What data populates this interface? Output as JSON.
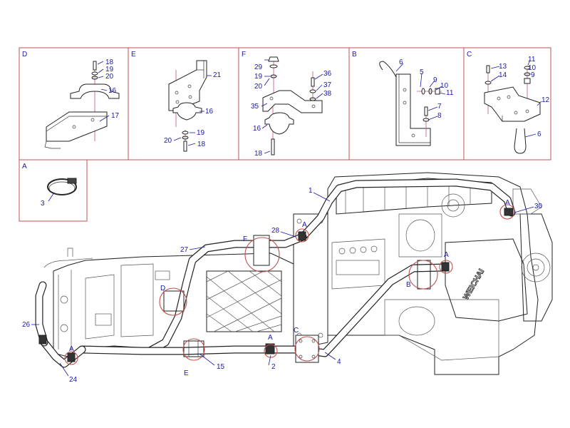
{
  "panels": [
    {
      "id": "D",
      "label": "D"
    },
    {
      "id": "E",
      "label": "E"
    },
    {
      "id": "F",
      "label": "F"
    },
    {
      "id": "B",
      "label": "B"
    },
    {
      "id": "C",
      "label": "C"
    },
    {
      "id": "A",
      "label": "A"
    }
  ],
  "callouts": {
    "d_18": "18",
    "d_19": "19",
    "d_20": "20",
    "d_16": "16",
    "d_17": "17",
    "e_21": "21",
    "e_16": "16",
    "e_19": "19",
    "e_20": "20",
    "e_18": "18",
    "f_29": "29",
    "f_19": "19",
    "f_20": "20",
    "f_36": "36",
    "f_37": "37",
    "f_38": "38",
    "f_35": "35",
    "f_16": "16",
    "f_18": "18",
    "b_6": "6",
    "b_5": "5",
    "b_9": "9",
    "b_10": "10",
    "b_11": "11",
    "b_7": "7",
    "b_8": "8",
    "c_13": "13",
    "c_14": "14",
    "c_11": "11",
    "c_10": "10",
    "c_9": "9",
    "c_12": "12",
    "c_6": "6",
    "a_3": "3",
    "m_1": "1",
    "m_30": "30",
    "m_28": "28",
    "m_27": "27",
    "m_26": "26",
    "m_24": "24",
    "m_15": "15",
    "m_2": "2",
    "m_4": "4"
  },
  "detail_refs": {
    "a1": "A",
    "a2": "A",
    "a3": "A",
    "a4": "A",
    "a5": "A",
    "b": "B",
    "c": "C",
    "d": "D",
    "e": "E",
    "f": "F"
  },
  "engine_brand": "WEICHAI"
}
